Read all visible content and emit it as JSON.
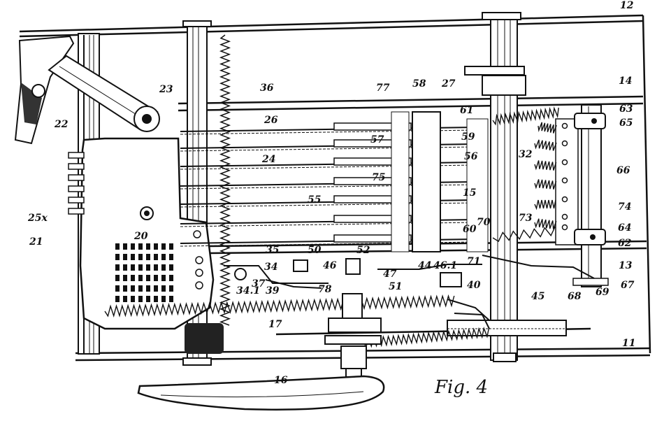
{
  "figure": {
    "caption": "Fig. 4",
    "labels": [
      "12",
      "14",
      "13",
      "11",
      "23",
      "36",
      "26",
      "24",
      "25x",
      "21",
      "20",
      "22",
      "77",
      "58",
      "27",
      "61",
      "63",
      "65",
      "57",
      "59",
      "56",
      "75",
      "55",
      "15",
      "66",
      "32",
      "74",
      "73",
      "64",
      "62",
      "60",
      "70",
      "71",
      "35",
      "50",
      "52",
      "46",
      "47",
      "34",
      "37",
      "39",
      "78",
      "51",
      "44",
      "46.1",
      "40",
      "45",
      "68",
      "69",
      "67",
      "17",
      "16",
      "34.1"
    ]
  }
}
